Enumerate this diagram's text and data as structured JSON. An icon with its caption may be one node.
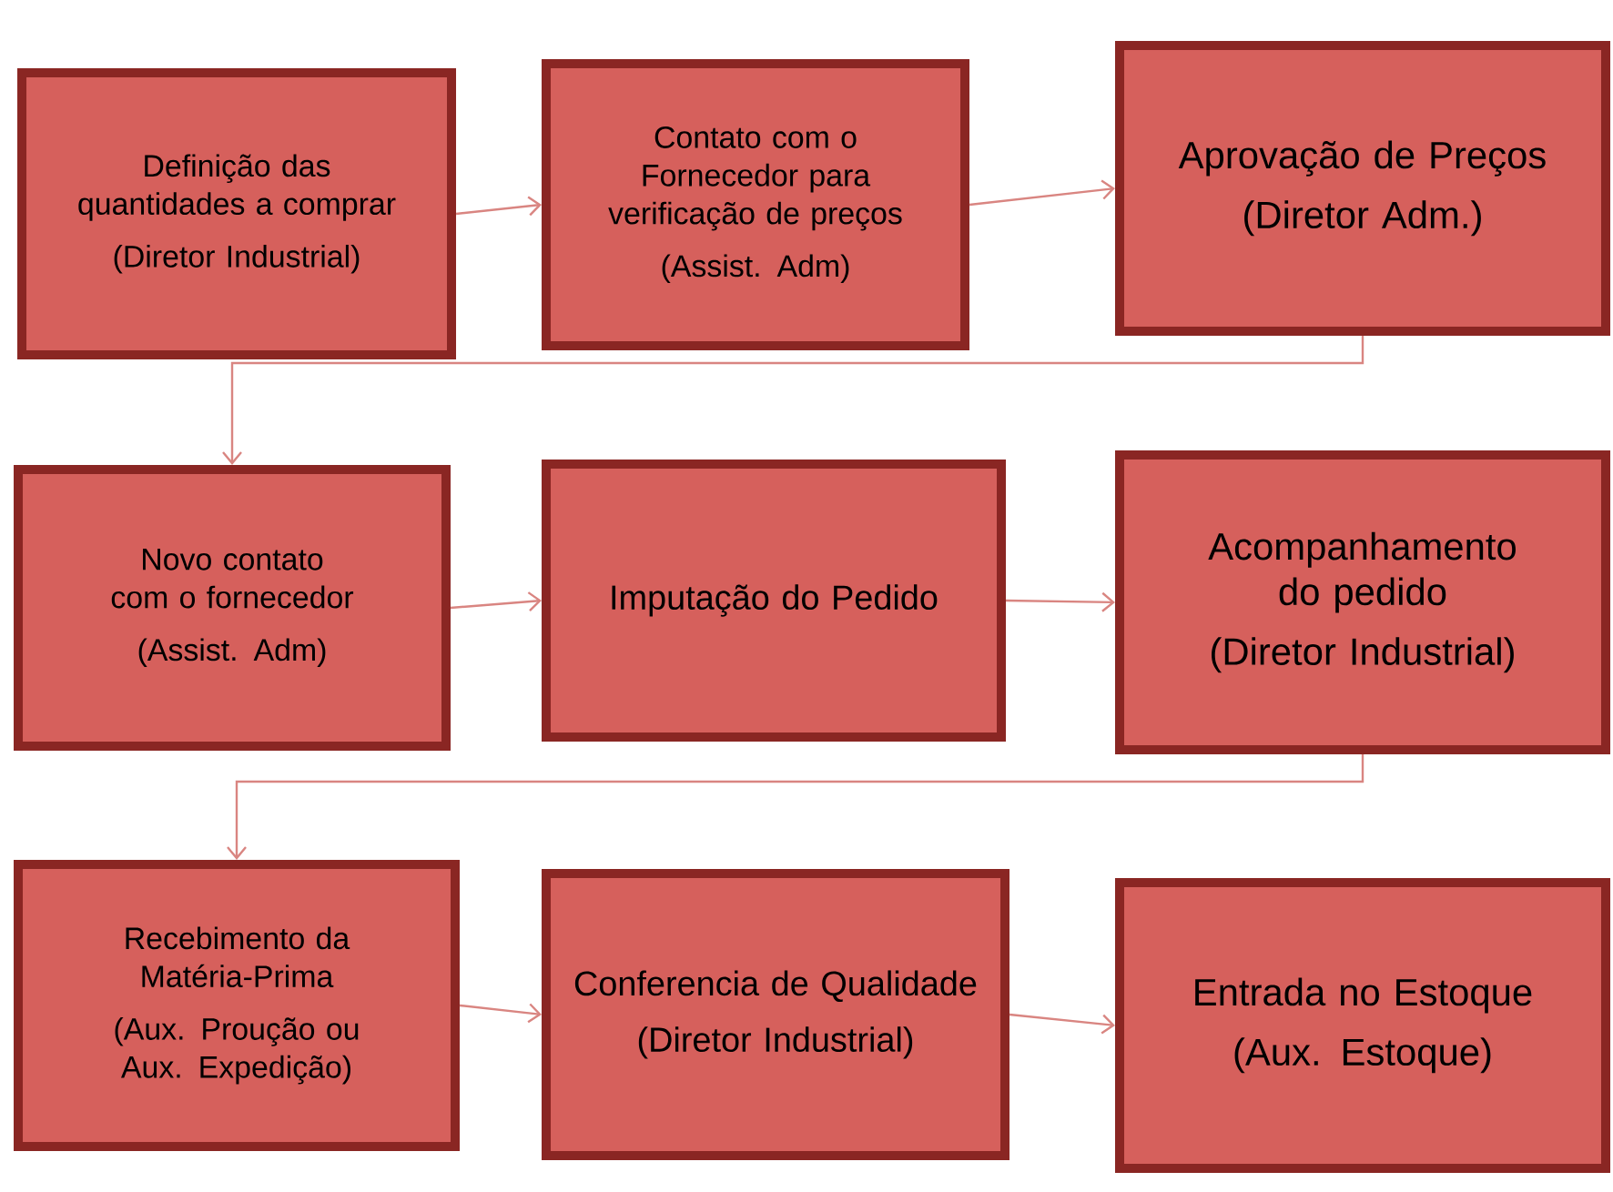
{
  "diagram": {
    "nodes": [
      {
        "text": [
          "Definição das quantidades a comprar",
          "(Diretor Industrial)"
        ]
      },
      {
        "text": [
          "Contato com o Fornecedor para verificação de preços",
          "(Assist. Adm)"
        ]
      },
      {
        "text": [
          "Aprovação de Preços",
          "(Diretor Adm.)"
        ]
      },
      {
        "text": [
          "Novo contato com o fornecedor",
          "(Assist. Adm)"
        ]
      },
      {
        "text": [
          "Imputação do Pedido"
        ]
      },
      {
        "text": [
          "Acompanhamento do pedido",
          "(Diretor Industrial)"
        ]
      },
      {
        "text": [
          "Recebimento da Matéria-Prima",
          "(Aux. Proução ou Aux. Expedição)"
        ]
      },
      {
        "text": [
          "Conferencia de Qualidade",
          "(Diretor Industrial)"
        ]
      },
      {
        "text": [
          "Entrada no Estoque",
          "(Aux. Estoque)"
        ]
      }
    ],
    "edges": [
      {
        "from": 0,
        "to": 1,
        "arrow": "to"
      },
      {
        "from": 1,
        "to": 2,
        "arrow": "to"
      },
      {
        "from": 2,
        "to": 3,
        "arrow": "to"
      },
      {
        "from": 3,
        "to": 4,
        "arrow": "to"
      },
      {
        "from": 4,
        "to": 5,
        "arrow": "to"
      },
      {
        "from": 5,
        "to": 6,
        "arrow": "to"
      },
      {
        "from": 6,
        "to": 7,
        "arrow": "to"
      },
      {
        "from": 7,
        "to": 8,
        "arrow": "to"
      }
    ]
  }
}
